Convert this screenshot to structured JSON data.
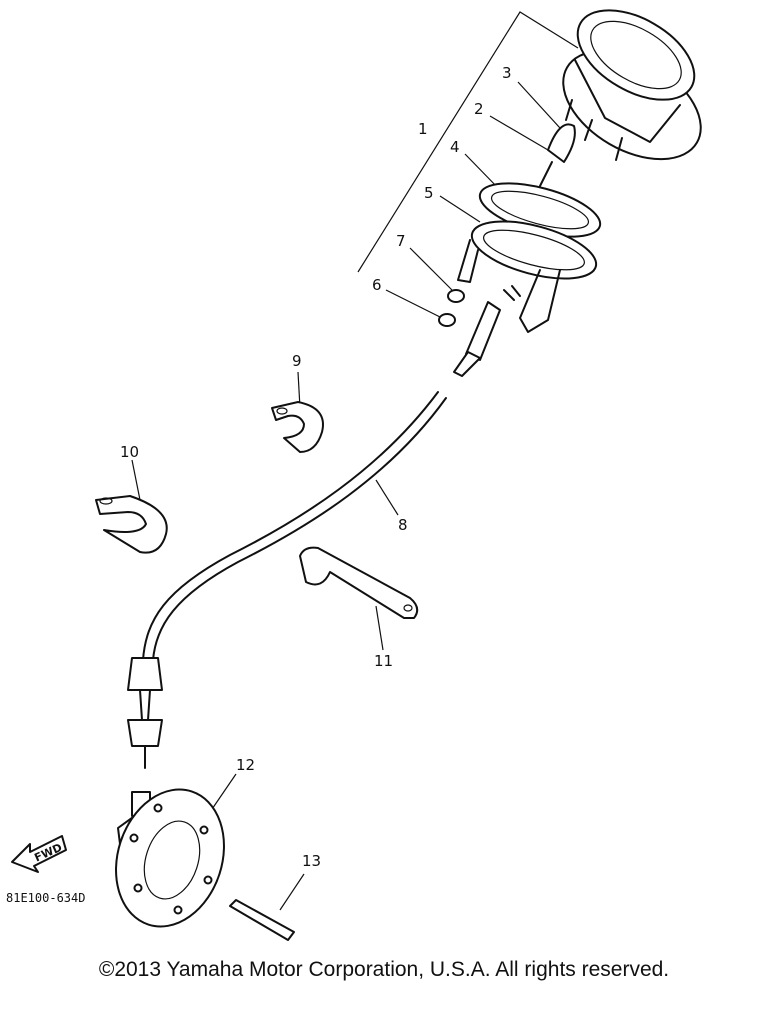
{
  "diagram": {
    "callouts": [
      "1",
      "2",
      "3",
      "4",
      "5",
      "6",
      "7",
      "8",
      "9",
      "10",
      "11",
      "12",
      "13"
    ],
    "part_code": "81E100-634D",
    "direction_label": "FWD"
  },
  "footer": {
    "copyright": "©2013 Yamaha Motor Corporation, U.S.A. All rights reserved."
  }
}
